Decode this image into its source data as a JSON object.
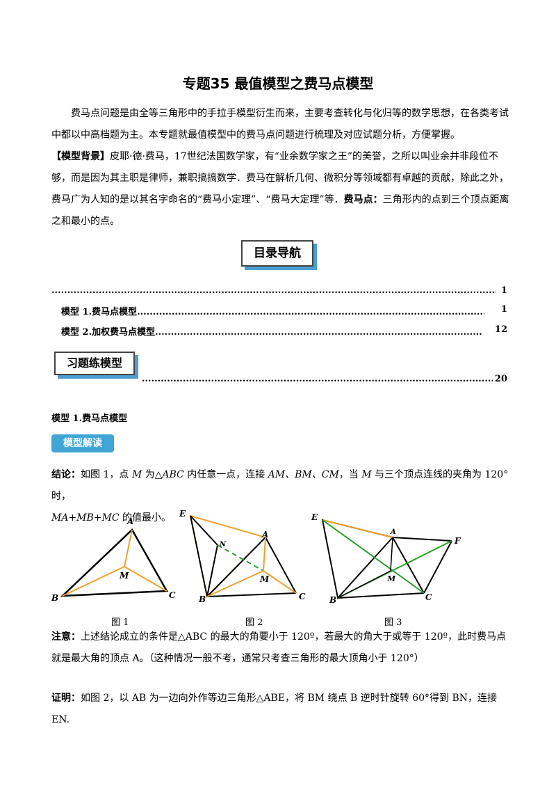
{
  "title": "专题35  最值模型之费马点模型",
  "intro": "费马点问题是由全等三角形中的手拉手模型衍生而来，主要考查转化与化归等的数学思想，在各类考试中都以中高档题为主。本专题就最值模型中的费马点问题进行梳理及对应试题分析，方便掌握。",
  "background": {
    "label": "【模型背景】",
    "text": "皮耶·德·费马，17世纪法国数学家，有“业余数学家之王”的美誉，之所以叫业余并非段位不够，而是因为其主职是律师，兼职搞搞数学．费马在解析几何、微积分等领域都有卓越的贡献，除此之外，费马广为人知的是以其名字命名的“费马小定理”、“费马大定理”等．",
    "fermat_label": "费马点：",
    "fermat_text": "三角形内的点到三个顶点距离之和最小的点。"
  },
  "nav_title": "目录导航",
  "toc": [
    {
      "label": "",
      "page": "1"
    },
    {
      "label": "模型 1.费马点模型",
      "page": "1"
    },
    {
      "label": "模型 2.加权费马点模型",
      "page": "12"
    }
  ],
  "exercise_title": "习题练模型",
  "exercise_page": "20",
  "section_heading": "模型 1.费马点模型",
  "badge": "模型解读",
  "conclusion": {
    "label": "结论：",
    "text1": "如图 1，点",
    "M": "M",
    "text2": "为△",
    "ABC": "ABC",
    "text3": "内任意一点，连接",
    "segs": "AM、BM、CM",
    "text4": "，当",
    "text5": "与三个顶点连线的夹角为 120°时，",
    "sum": "MA+MB+MC",
    "text6": "的值最小。"
  },
  "figures": {
    "captions": [
      "图 1",
      "图 2",
      "图 3"
    ],
    "labels": [
      "A",
      "B",
      "C",
      "M",
      "E",
      "N",
      "F"
    ],
    "colors": {
      "orange": "#f0a030",
      "green": "#2aa02a",
      "black": "#000000"
    }
  },
  "note": {
    "label": "注意：",
    "text": "上述结论成立的条件是△ABC 的最大的角要小于 120º，若最大的角大于或等于 120º，此时费马点就是最大角的顶点 A。（这种情况一般不考，通常只考查三角形的最大顶角小于 120°）"
  },
  "proof": {
    "label": "证明：",
    "text": "如图 2，以 AB 为一边向外作等边三角形△ABE，将 BM 绕点 B 逆时针旋转 60°得到 BN，连接 EN."
  }
}
